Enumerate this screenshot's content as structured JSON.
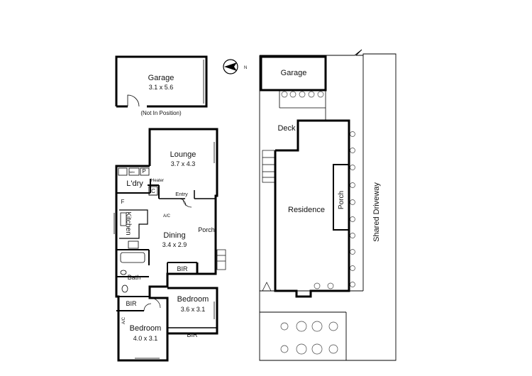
{
  "garage_detached": {
    "name": "Garage",
    "dims": "3.1 x 5.6",
    "note": "(Not In Position)"
  },
  "rooms": {
    "lounge": {
      "name": "Lounge",
      "dims": "3.7 x 4.3"
    },
    "dining": {
      "name": "Dining",
      "dims": "3.4 x 2.9"
    },
    "bedroom1": {
      "name": "Bedroom",
      "dims": "3.6 x 3.1"
    },
    "bedroom2": {
      "name": "Bedroom",
      "dims": "4.0 x 3.1"
    }
  },
  "labels": {
    "ldry": "L'dry",
    "heater": "Heater",
    "p": "P",
    "c": "C",
    "f": "F",
    "entry": "Entry",
    "ac": "A/C",
    "kitchen": "Kitchen",
    "porch": "Porch",
    "bir": "BIR",
    "bath": "Bath",
    "wm": "WM"
  },
  "site": {
    "garage": "Garage",
    "deck": "Deck",
    "residence": "Residence",
    "porch": "Porch",
    "driveway": "Shared Driveway"
  },
  "compass": {
    "label": "N"
  }
}
